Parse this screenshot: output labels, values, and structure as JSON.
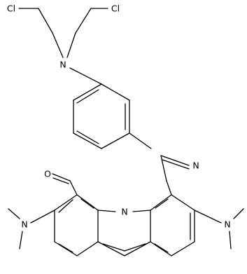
{
  "molecule": {
    "atoms": [
      {
        "id": "cl1",
        "symbol": "Cl"
      },
      {
        "id": "cl2",
        "symbol": "Cl"
      },
      {
        "id": "n_amine",
        "symbol": "N"
      },
      {
        "id": "n_imine",
        "symbol": "N"
      },
      {
        "id": "o_ald",
        "symbol": "O"
      },
      {
        "id": "n_ring",
        "symbol": "N"
      },
      {
        "id": "n_left",
        "symbol": "N"
      },
      {
        "id": "n_right",
        "symbol": "N"
      }
    ]
  },
  "colors": {
    "bond": "#000000",
    "label": "#000000",
    "background": "#ffffff"
  }
}
